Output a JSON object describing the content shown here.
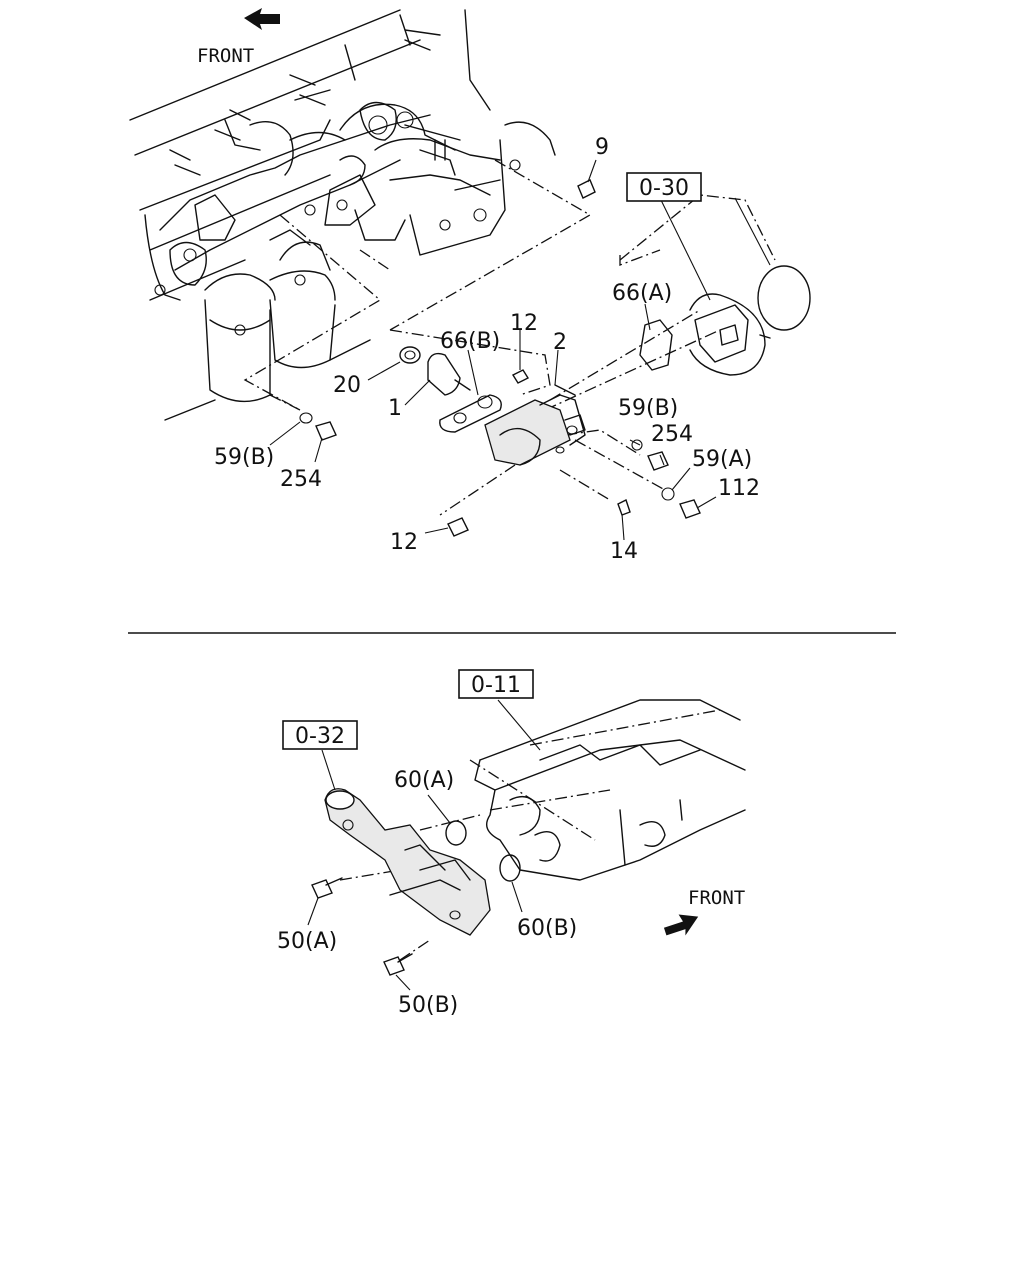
{
  "top_view": {
    "front_label": "FRONT",
    "reference_box": "0-30",
    "callouts": {
      "c9": "9",
      "c66a": "66(A)",
      "c66b": "66(B)",
      "c12_upper": "12",
      "c2": "2",
      "c20": "20",
      "c1": "1",
      "c59b_right": "59(B)",
      "c254_right": "254",
      "c59a": "59(A)",
      "c112": "112",
      "c59b_left": "59(B)",
      "c254_left": "254",
      "c12_lower": "12",
      "c14": "14"
    }
  },
  "bottom_view": {
    "front_label": "FRONT",
    "reference_box_upper": "0-11",
    "reference_box_left": "0-32",
    "callouts": {
      "c60a": "60(A)",
      "c60b": "60(B)",
      "c50a": "50(A)",
      "c50b": "50(B)"
    }
  }
}
